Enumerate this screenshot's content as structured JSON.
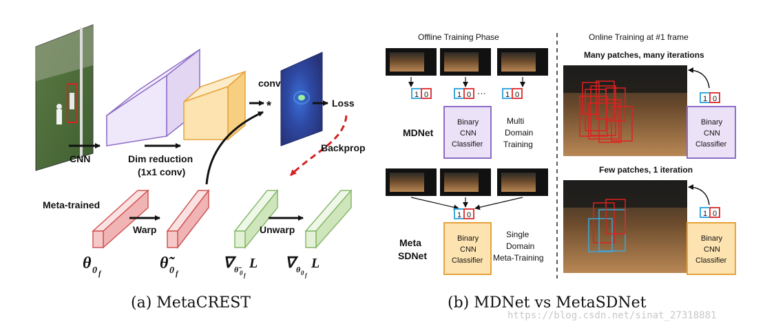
{
  "panel_a": {
    "labels": {
      "cnn": "CNN",
      "dim_reduction": "Dim reduction",
      "conv1x1": "(1x1 conv)",
      "conv": "conv",
      "star": "*",
      "loss": "Loss",
      "backprop": "Backprop",
      "meta_trained": "Meta-trained",
      "warp": "Warp",
      "unwarp": "Unwarp"
    },
    "math": {
      "theta0f": "θ",
      "theta_tilde": "θ̃",
      "grad_tilde": "∇",
      "grad": "∇",
      "sub_0": "0",
      "sub_f": "f",
      "L": "L"
    },
    "caption": "(a) MetaCREST"
  },
  "panel_b": {
    "offline_title": "Offline Training Phase",
    "online_title": "Online Training at #1 frame",
    "many_patches": "Many patches, many iterations",
    "few_patches": "Few patches, 1 iteration",
    "mdnet_label": "MDNet",
    "meta_label_1": "Meta",
    "meta_label_2": "SDNet",
    "ellipsis": "···",
    "bit_1": "1",
    "bit_0": "0",
    "classifier_1": "Binary",
    "classifier_2": "CNN",
    "classifier_3": "Classifier",
    "multi_1": "Multi",
    "multi_2": "Domain",
    "multi_3": "Training",
    "single_1": "Single",
    "single_2": "Domain",
    "single_3": "Meta-Training",
    "caption": "(b) MDNet vs MetaSDNet"
  },
  "watermark": "https://blog.csdn.net/sinat_27318881",
  "colors": {
    "purple_face": "#efe8fa",
    "purple_edge": "#8c6bc4",
    "orange_face": "#fde3b0",
    "orange_edge": "#e5a23a",
    "red_face": "#f6c9c9",
    "red_edge": "#d05454",
    "green_face": "#e3f1d6",
    "green_edge": "#86b76a",
    "dashed_red": "#d42020",
    "heatmap": "#2c3f8e",
    "bit_blue": "#3aa7e0",
    "bit_red": "#e03a3a"
  }
}
